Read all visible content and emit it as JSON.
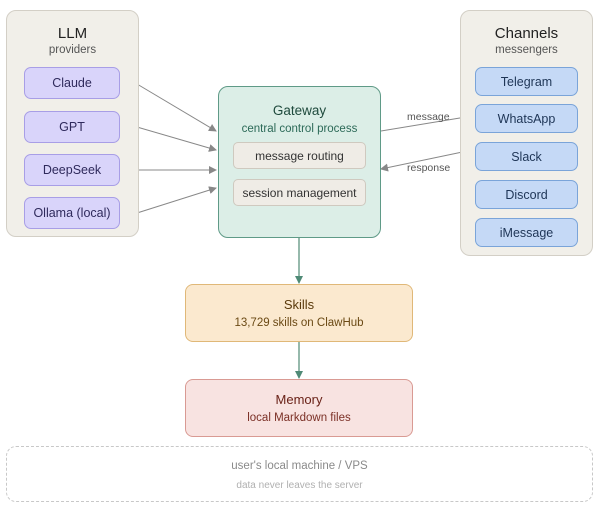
{
  "providers": {
    "title": "LLM",
    "subtitle": "providers",
    "items": [
      "Claude",
      "GPT",
      "DeepSeek",
      "Ollama (local)"
    ]
  },
  "channels": {
    "title": "Channels",
    "subtitle": "messengers",
    "items": [
      "Telegram",
      "WhatsApp",
      "Slack",
      "Discord",
      "iMessage"
    ]
  },
  "gateway": {
    "title": "Gateway",
    "subtitle": "central control process",
    "components": [
      "message routing",
      "session management"
    ]
  },
  "edges": {
    "message": "message",
    "response": "response"
  },
  "skills": {
    "title": "Skills",
    "subtitle": "13,729 skills on ClawHub"
  },
  "memory": {
    "title": "Memory",
    "subtitle": "local Markdown files"
  },
  "host": {
    "title": "user's local machine / VPS",
    "subtitle": "data never leaves the server"
  },
  "colors": {
    "provider_fill": "#d9d4fa",
    "channel_fill": "#c5d9f6",
    "gateway_fill": "#dceee7",
    "skills_fill": "#fbe9cf",
    "memory_fill": "#f8e3e1",
    "arrow": "#888888",
    "arrow_down": "#4f8a76"
  }
}
